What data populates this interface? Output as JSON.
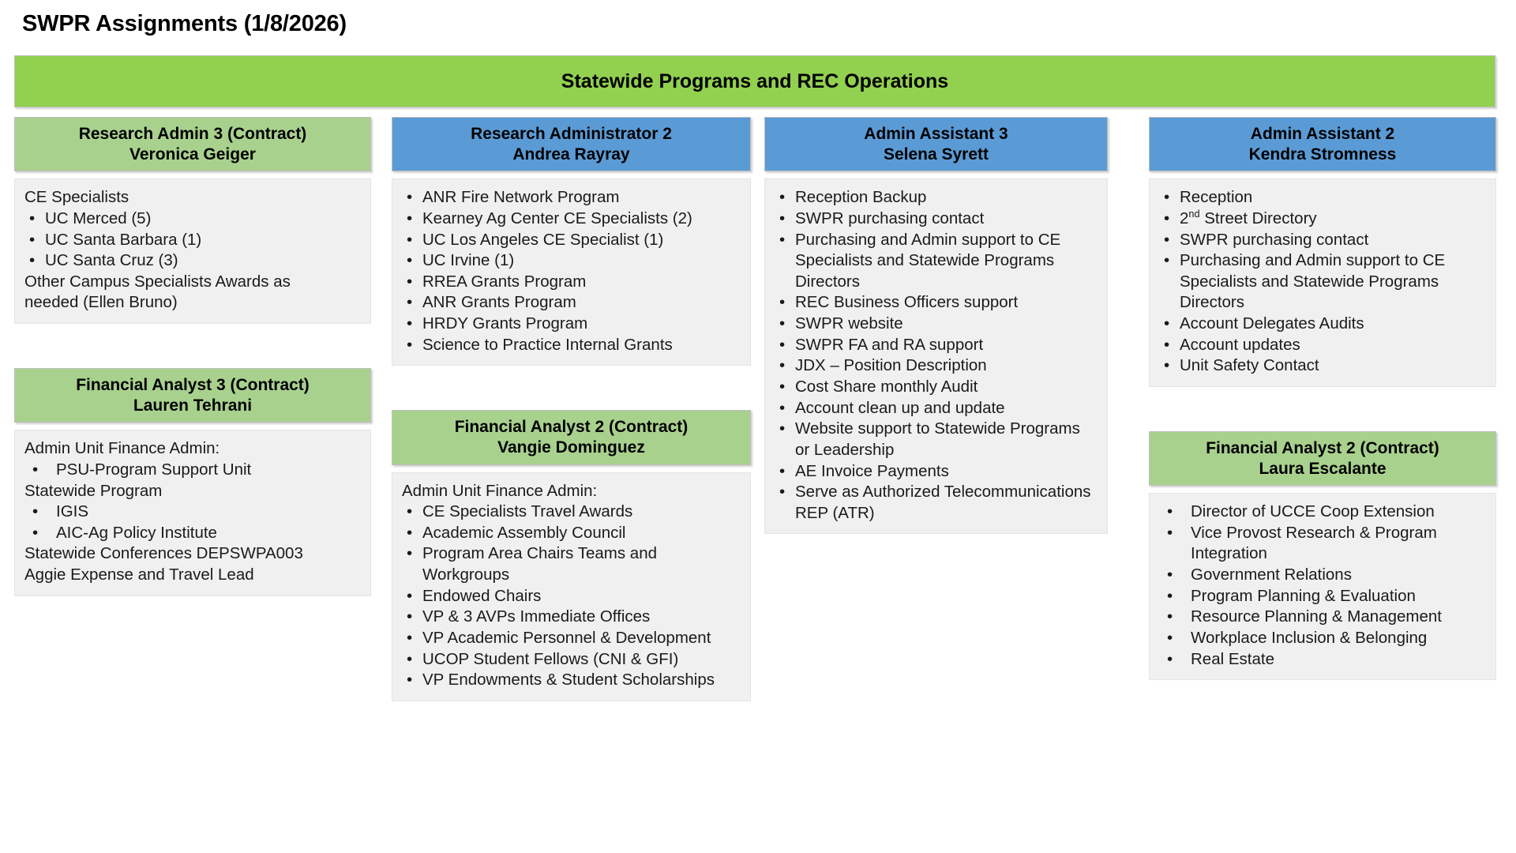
{
  "title": "SWPR Assignments (1/8/2026)",
  "banner": {
    "label": "Statewide Programs and REC Operations",
    "color": "#92d050"
  },
  "colors": {
    "green_header": "#a9d18e",
    "blue_header": "#5b9bd5",
    "banner_green": "#92d050",
    "detail_bg": "#f0f0f0"
  },
  "columns": [
    {
      "id": "column-1",
      "cards": [
        {
          "id": "research-admin-3",
          "header_style": "green",
          "title": "Research Admin 3 (Contract)",
          "name": "Veronica Geiger",
          "lines": [
            {
              "type": "text",
              "text": "CE Specialists"
            },
            {
              "type": "bullet",
              "text": "UC Merced (5)"
            },
            {
              "type": "bullet",
              "text": "UC Santa Barbara (1)"
            },
            {
              "type": "bullet",
              "text": "UC Santa Cruz (3)"
            },
            {
              "type": "text",
              "text": "Other Campus Specialists Awards as"
            },
            {
              "type": "text",
              "text": "needed (Ellen Bruno)"
            }
          ]
        },
        {
          "id": "financial-analyst-3",
          "header_style": "green",
          "title": "Financial Analyst 3 (Contract)",
          "name": "Lauren Tehrani",
          "lines": [
            {
              "type": "text",
              "text": "Admin Unit Finance Admin:"
            },
            {
              "type": "bullet-wide",
              "text": "PSU-Program Support Unit"
            },
            {
              "type": "text",
              "text": "Statewide Program"
            },
            {
              "type": "bullet-wide",
              "text": "IGIS"
            },
            {
              "type": "bullet-wide",
              "text": "AIC-Ag Policy Institute"
            },
            {
              "type": "text",
              "text": "Statewide Conferences DEPSWPA003"
            },
            {
              "type": "text",
              "text": "Aggie Expense and Travel Lead"
            }
          ]
        }
      ]
    },
    {
      "id": "column-2",
      "cards": [
        {
          "id": "research-administrator-2",
          "header_style": "blue",
          "title": "Research Administrator 2",
          "name": "Andrea Rayray",
          "lines": [
            {
              "type": "bullet",
              "text": "ANR Fire Network Program"
            },
            {
              "type": "bullet",
              "text": "Kearney Ag Center CE Specialists (2)"
            },
            {
              "type": "bullet",
              "text": "UC Los Angeles CE Specialist (1)"
            },
            {
              "type": "bullet",
              "text": "UC Irvine (1)"
            },
            {
              "type": "bullet",
              "text": "RREA Grants Program"
            },
            {
              "type": "bullet",
              "text": "ANR Grants Program"
            },
            {
              "type": "bullet",
              "text": "HRDY Grants Program"
            },
            {
              "type": "bullet",
              "text": "Science to Practice Internal Grants"
            }
          ]
        },
        {
          "id": "financial-analyst-2-vangie",
          "header_style": "green",
          "title": "Financial Analyst 2 (Contract)",
          "name": "Vangie Dominguez",
          "lines": [
            {
              "type": "text",
              "text": "Admin Unit Finance Admin:"
            },
            {
              "type": "bullet",
              "text": "CE Specialists Travel Awards"
            },
            {
              "type": "bullet",
              "text": "Academic Assembly Council"
            },
            {
              "type": "bullet",
              "text": "Program Area Chairs Teams and Workgroups"
            },
            {
              "type": "bullet",
              "text": "Endowed Chairs"
            },
            {
              "type": "bullet",
              "text": "VP & 3 AVPs Immediate Offices"
            },
            {
              "type": "bullet",
              "text": "VP Academic Personnel & Development"
            },
            {
              "type": "bullet",
              "text": "UCOP Student Fellows (CNI & GFI)"
            },
            {
              "type": "bullet",
              "text": "VP Endowments & Student Scholarships"
            }
          ]
        }
      ]
    },
    {
      "id": "column-3",
      "cards": [
        {
          "id": "admin-assistant-3",
          "header_style": "blue",
          "title": "Admin Assistant 3",
          "name": "Selena Syrett",
          "lines": [
            {
              "type": "bullet",
              "text": "Reception Backup"
            },
            {
              "type": "bullet",
              "text": "SWPR purchasing contact"
            },
            {
              "type": "bullet",
              "text": "Purchasing and Admin support to CE Specialists and Statewide Programs Directors"
            },
            {
              "type": "bullet",
              "text": "REC Business Officers support"
            },
            {
              "type": "bullet",
              "text": "SWPR website"
            },
            {
              "type": "bullet",
              "text": "SWPR FA and RA support"
            },
            {
              "type": "bullet",
              "text": "JDX – Position Description"
            },
            {
              "type": "bullet",
              "text": "Cost Share monthly Audit"
            },
            {
              "type": "bullet",
              "text": "Account clean up and update"
            },
            {
              "type": "bullet",
              "text": "Website support to Statewide Programs or Leadership"
            },
            {
              "type": "bullet",
              "text": "AE Invoice Payments"
            },
            {
              "type": "bullet",
              "text": "Serve as Authorized Telecommunications REP (ATR)"
            }
          ]
        }
      ]
    },
    {
      "id": "column-4",
      "cards": [
        {
          "id": "admin-assistant-2",
          "header_style": "blue",
          "title": "Admin Assistant 2",
          "name": "Kendra Stromness",
          "lines": [
            {
              "type": "bullet",
              "text": "Reception"
            },
            {
              "type": "bullet-sup",
              "text": "2nd Street Directory",
              "pre": "2",
              "sup": "nd",
              "post": " Street Directory"
            },
            {
              "type": "bullet",
              "text": "SWPR purchasing contact"
            },
            {
              "type": "bullet",
              "text": "Purchasing and Admin support to CE Specialists and Statewide Programs Directors"
            },
            {
              "type": "bullet",
              "text": "Account Delegates Audits"
            },
            {
              "type": "bullet",
              "text": "Account updates"
            },
            {
              "type": "bullet",
              "text": "Unit Safety Contact"
            }
          ]
        },
        {
          "id": "financial-analyst-2-laura",
          "header_style": "green",
          "title": "Financial Analyst 2 (Contract)",
          "name": "Laura Escalante",
          "lines": [
            {
              "type": "bullet-wide",
              "text": "Director of UCCE Coop Extension"
            },
            {
              "type": "bullet-wide",
              "text": "Vice Provost Research & Program Integration"
            },
            {
              "type": "bullet-wide",
              "text": "Government Relations"
            },
            {
              "type": "bullet-wide",
              "text": "Program Planning & Evaluation"
            },
            {
              "type": "bullet-wide",
              "text": "Resource Planning & Management"
            },
            {
              "type": "bullet-wide",
              "text": "Workplace Inclusion & Belonging"
            },
            {
              "type": "bullet-wide",
              "text": "Real Estate"
            }
          ]
        }
      ]
    }
  ]
}
